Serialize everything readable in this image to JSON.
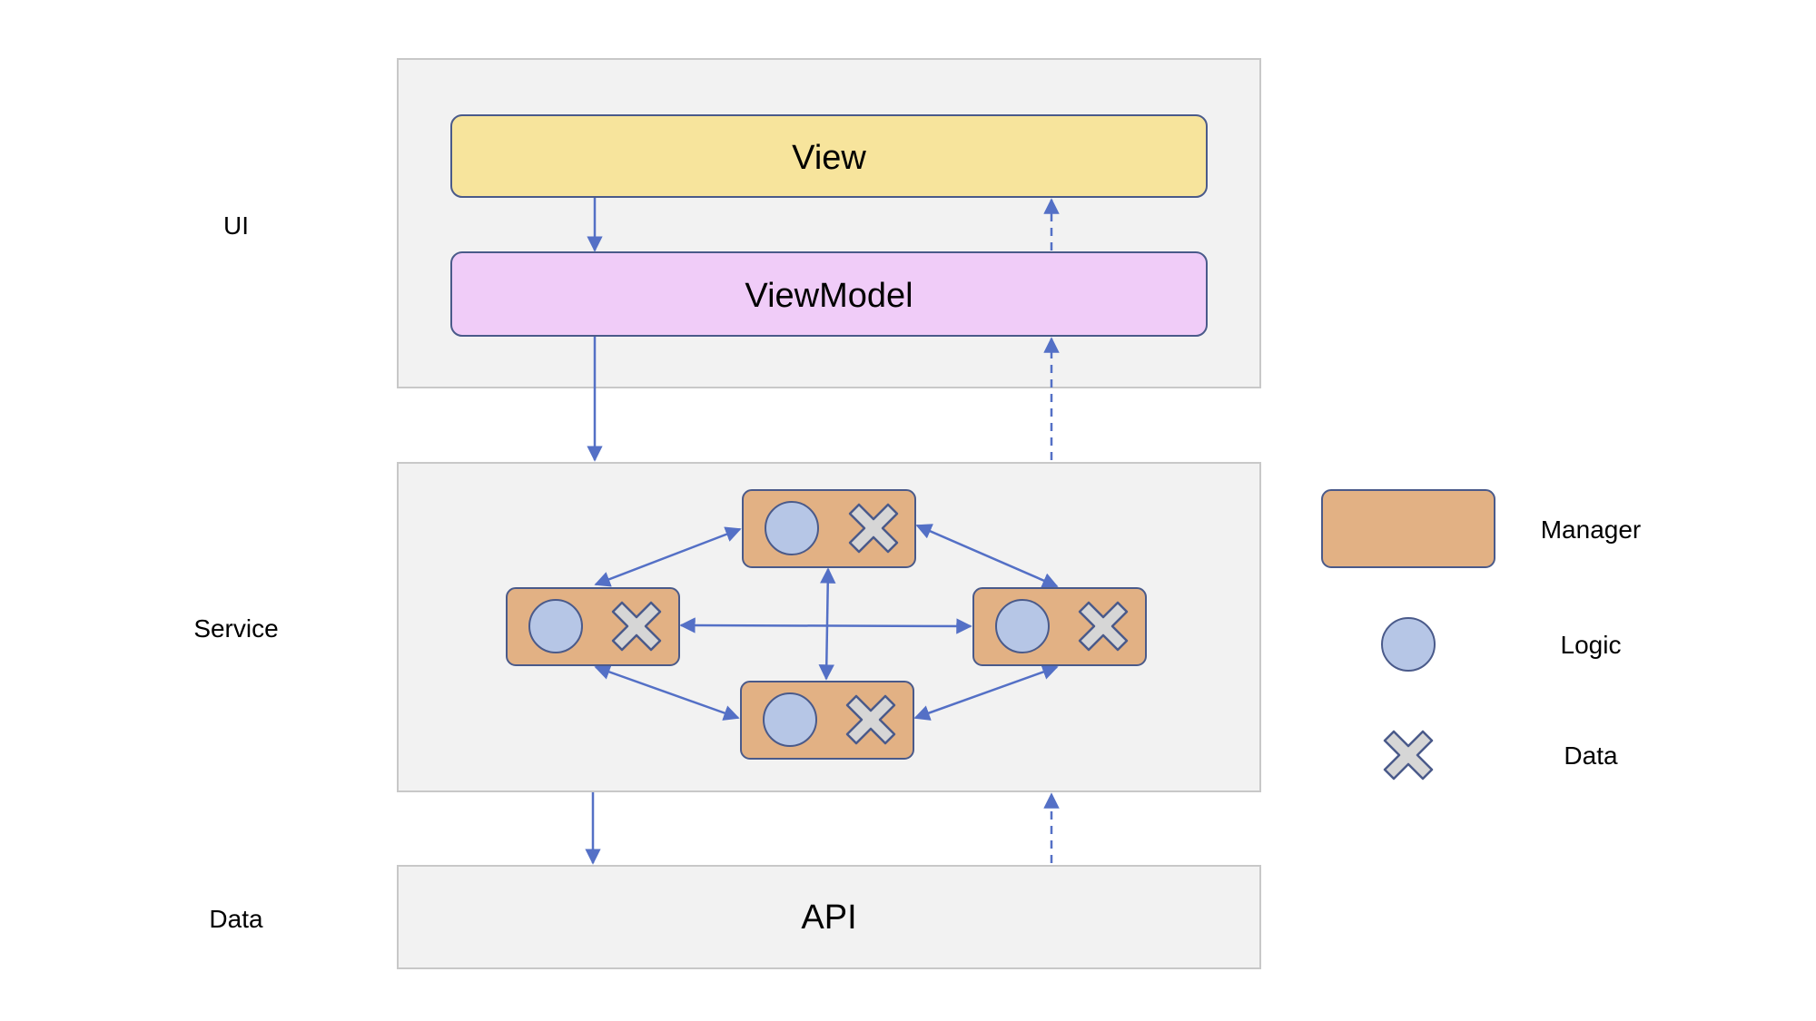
{
  "layers": {
    "ui": "UI",
    "service": "Service",
    "data": "Data"
  },
  "boxes": {
    "view": "View",
    "viewmodel": "ViewModel",
    "api": "API"
  },
  "legend": {
    "manager": "Manager",
    "logic": "Logic",
    "data": "Data"
  },
  "colors": {
    "panel_fill": "#f2f2f2",
    "panel_stroke": "#c8c8c8",
    "view_fill": "#f7e49c",
    "viewmodel_fill": "#f0ccf8",
    "manager_fill": "#e2b184",
    "logic_fill": "#b6c6e6",
    "data_fill": "#d6d6d6",
    "arrow": "#5470c6",
    "node_stroke": "#4a5a8a"
  },
  "icons": {
    "logic": "circle-icon",
    "data": "cross-icon"
  }
}
